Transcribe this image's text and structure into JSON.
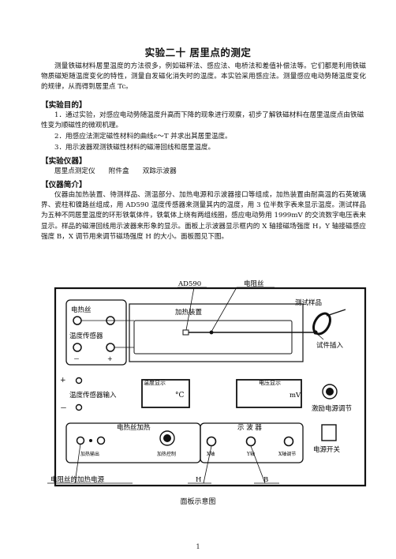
{
  "title": "实验二十 居里点的测定",
  "intro": "测量铁磁材料居里温度的方法很多，例如磁秤法、感应法、电桥法和差值补偿法等。它们都是利用铁磁物质磁矩随温度变化的特性，测量自发磁化消失时的温度。本实验采用感应法。测量感应电动势随温度变化的规律，从而得到居里点 Tc。",
  "sections": {
    "purpose_head": "【实验目的】",
    "purpose_items": [
      "1．通过实验，对感应电动势随温度升高而下降的现象进行观察，初步了解铁磁材料在居里温度点由铁磁性变为顺磁性的微观机理。",
      "2．用感应法测定磁性材料的曲线ε～T 并求出其居里温度。",
      "3．用示波器观测铁磁性材料的磁滞回线和居里温度。"
    ],
    "instruments_head": "【实验仪器】",
    "instruments_text": "居里点测定仪　　附件盒　　双踪示波器",
    "intro_head": "【仪器简介】",
    "intro_text": "仪器由加热装置、待测样品、测温部分、加热电源和示波器接口等组成，加热装置由耐高温的石英玻璃界、瓷柱和镍路丝组成，用 AD590 温度传感器来测量其内的温度，用 3 位半数字表来显示温度。测试样品为五种不同居里温度的环形铁氧体件，铁氧体上绕有两组线圈，感应电动势用 1999mV 的交流数字电压表来显示。样品的磁滞回线用示波器来形象的显示。面板上示波器显示框内的 X 轴接磁场强度 H，Y 轴接磁感应强度 B，X 调节用来调节磁场强度 H 的大小。面板图见下图。"
  },
  "diagram": {
    "label_ad590": "AD590",
    "label_resistance_wire": "电阻丝",
    "label_heating_wire_box": "电热丝",
    "label_heating_device": "加热装置",
    "label_test_sample": "测试样品",
    "label_temp_sensor": "温度传感器",
    "label_sample_insert": "试件插入",
    "label_temp_display": "温度显示",
    "label_temp_unit": "°C",
    "label_voltage_display": "电压显示",
    "label_voltage_unit": "mV",
    "label_plus": "+",
    "label_minus": "－",
    "label_sensor_input": "温度传感器输入",
    "label_excitation_adjust": "激励电源调节",
    "label_heating_group": "电热丝加热",
    "label_heating_output": "加热输出",
    "label_heating_control": "加热控制",
    "label_oscilloscope": "示 波 器",
    "label_x_axis": "X轴",
    "label_y_axis": "Y轴",
    "label_x_adjust": "X轴调节",
    "label_power_switch": "电源开关",
    "label_heating_power": "电阻丝的加热电源",
    "label_h": "H",
    "label_b": "B"
  },
  "caption": "面板示意图",
  "page_number": "1"
}
